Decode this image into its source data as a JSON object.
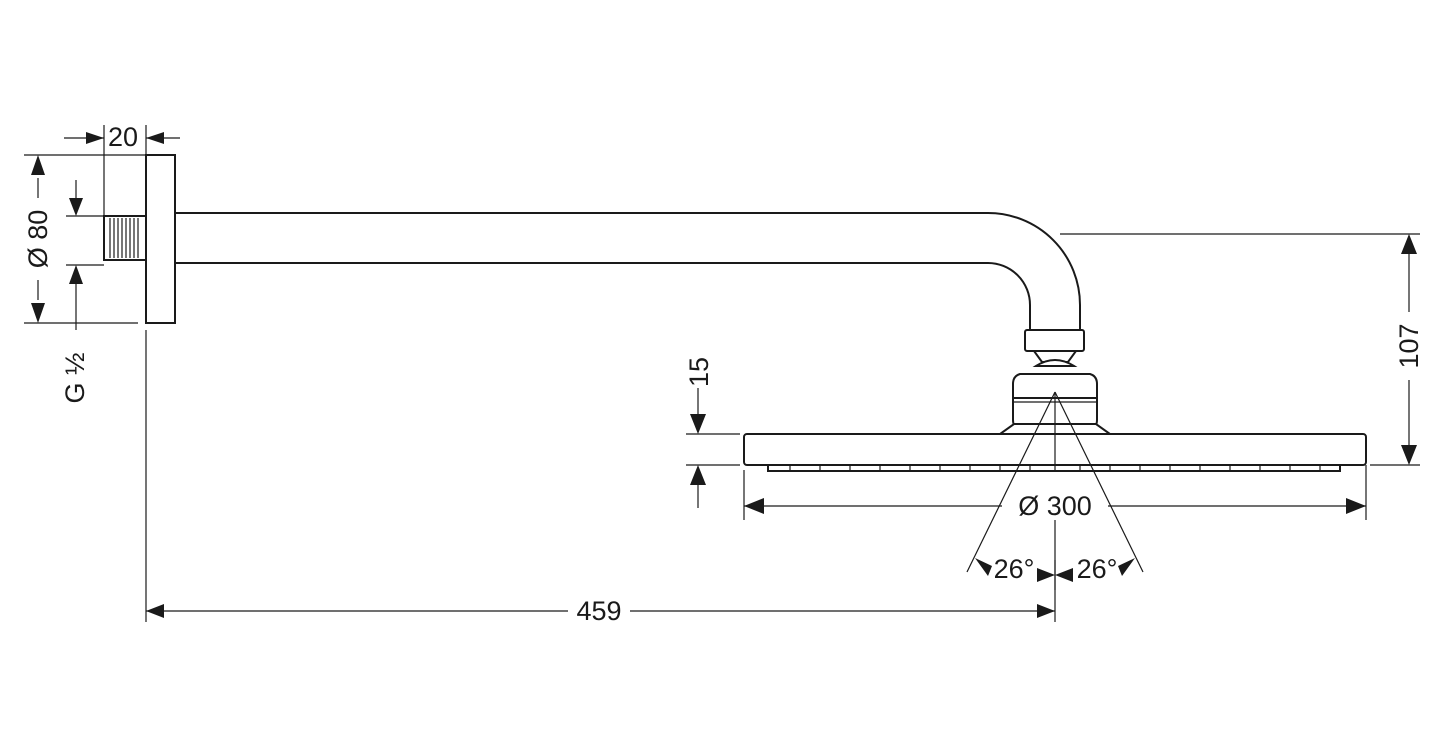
{
  "drawing": {
    "dimensions": {
      "flange_thickness": "20",
      "flange_diameter": "Ø 80",
      "thread": "G ½",
      "arm_projection": "459",
      "head_height": "15",
      "arm_drop": "107",
      "head_diameter": "Ø 300",
      "spray_angle_left": "26°",
      "spray_angle_right": "26°"
    },
    "colors": {
      "line": "#1a1a1a",
      "background": "#ffffff"
    }
  }
}
